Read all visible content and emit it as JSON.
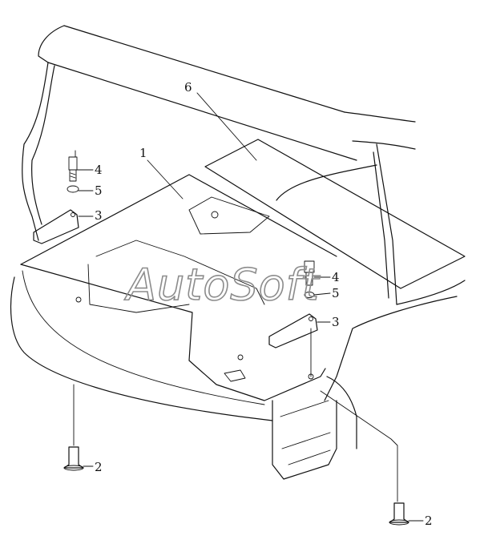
{
  "callouts": {
    "c1": "1",
    "c2a": "2",
    "c2b": "2",
    "c3a": "3",
    "c3b": "3",
    "c4a": "4",
    "c4b": "4",
    "c5a": "5",
    "c5b": "5",
    "c6": "6"
  },
  "watermark": "AutoSoft",
  "colors": {
    "line": "#111111",
    "watermark": "#8c8c8c",
    "background": "#ffffff"
  }
}
